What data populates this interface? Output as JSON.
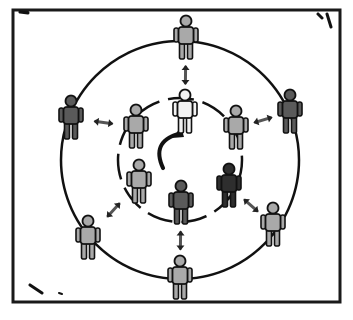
{
  "diagram": {
    "rotation_direction": "clockwise",
    "colors": {
      "background": "#ffffff",
      "frame": "#1a1a1a",
      "ink": "#111111",
      "figure_light": "#f2f2f2",
      "figure_mid": "#a9a9a9",
      "figure_dark": "#5a5a5a",
      "figure_darkest": "#2e2e2e"
    },
    "outer_ring": {
      "people": [
        {
          "id": "outer-top",
          "shade": "figure_mid"
        },
        {
          "id": "outer-upper-left",
          "shade": "figure_dark"
        },
        {
          "id": "outer-upper-right",
          "shade": "figure_dark"
        },
        {
          "id": "outer-lower-left",
          "shade": "figure_mid"
        },
        {
          "id": "outer-lower-right",
          "shade": "figure_mid"
        },
        {
          "id": "outer-bottom",
          "shade": "figure_mid"
        }
      ]
    },
    "inner_ring": {
      "people": [
        {
          "id": "inner-top",
          "shade": "figure_light"
        },
        {
          "id": "inner-upper-left",
          "shade": "figure_mid"
        },
        {
          "id": "inner-upper-right",
          "shade": "figure_mid"
        },
        {
          "id": "inner-lower-left",
          "shade": "figure_mid"
        },
        {
          "id": "inner-lower-right",
          "shade": "figure_darkest"
        },
        {
          "id": "inner-bottom",
          "shade": "figure_dark"
        }
      ]
    },
    "pairings": [
      {
        "from": "inner-top",
        "to": "outer-top"
      },
      {
        "from": "inner-upper-left",
        "to": "outer-upper-left"
      },
      {
        "from": "inner-upper-right",
        "to": "outer-upper-right"
      },
      {
        "from": "inner-lower-left",
        "to": "outer-lower-left"
      },
      {
        "from": "inner-lower-right",
        "to": "outer-lower-right"
      },
      {
        "from": "inner-bottom",
        "to": "outer-bottom"
      }
    ]
  }
}
